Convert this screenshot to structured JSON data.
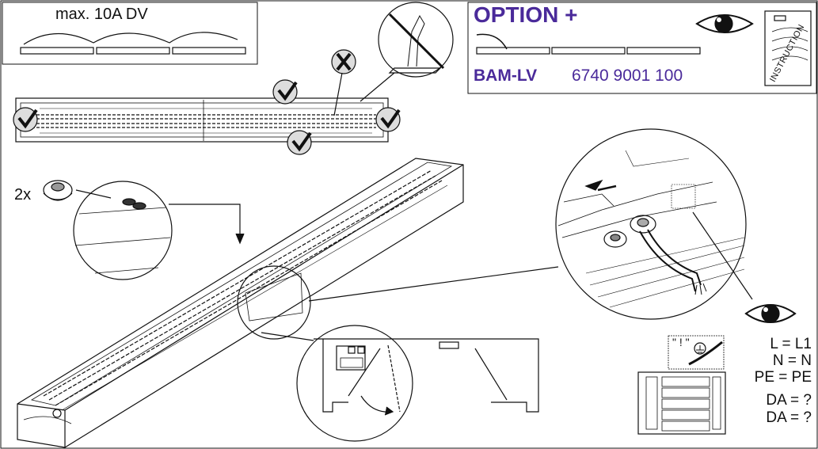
{
  "top_left_box": {
    "label": "max. 10A DV"
  },
  "option_box": {
    "title": "OPTION +",
    "product_code": "BAM-LV",
    "article_number": "6740 9001 100",
    "instruction_label": "INSTRUCTION"
  },
  "seal_detail": {
    "quantity": "2x"
  },
  "wiring": {
    "labels": [
      "L = L1",
      "N = N",
      "PE = PE",
      "DA = ?",
      "DA = ?"
    ],
    "connector_symbol": "\" ! \""
  },
  "icons": [
    "eye-icon",
    "check-icon",
    "cross-icon",
    "no-touch-icon",
    "instruction-icon",
    "ground-icon"
  ],
  "colors": {
    "accent": "#4a2a9a",
    "line": "#111111"
  }
}
